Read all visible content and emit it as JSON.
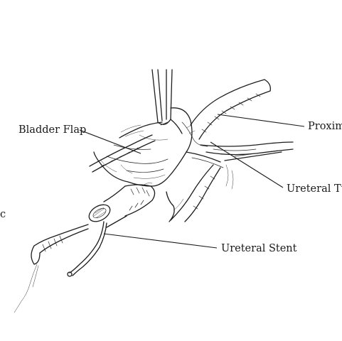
{
  "labels": {
    "bladder_flap": "Bladder Flap",
    "proximal": "Proxim",
    "ureteral_tunnel": "Ureteral Tu",
    "ureteral_stent": "Ureteral Stent",
    "left_edge_fragment": "c"
  }
}
